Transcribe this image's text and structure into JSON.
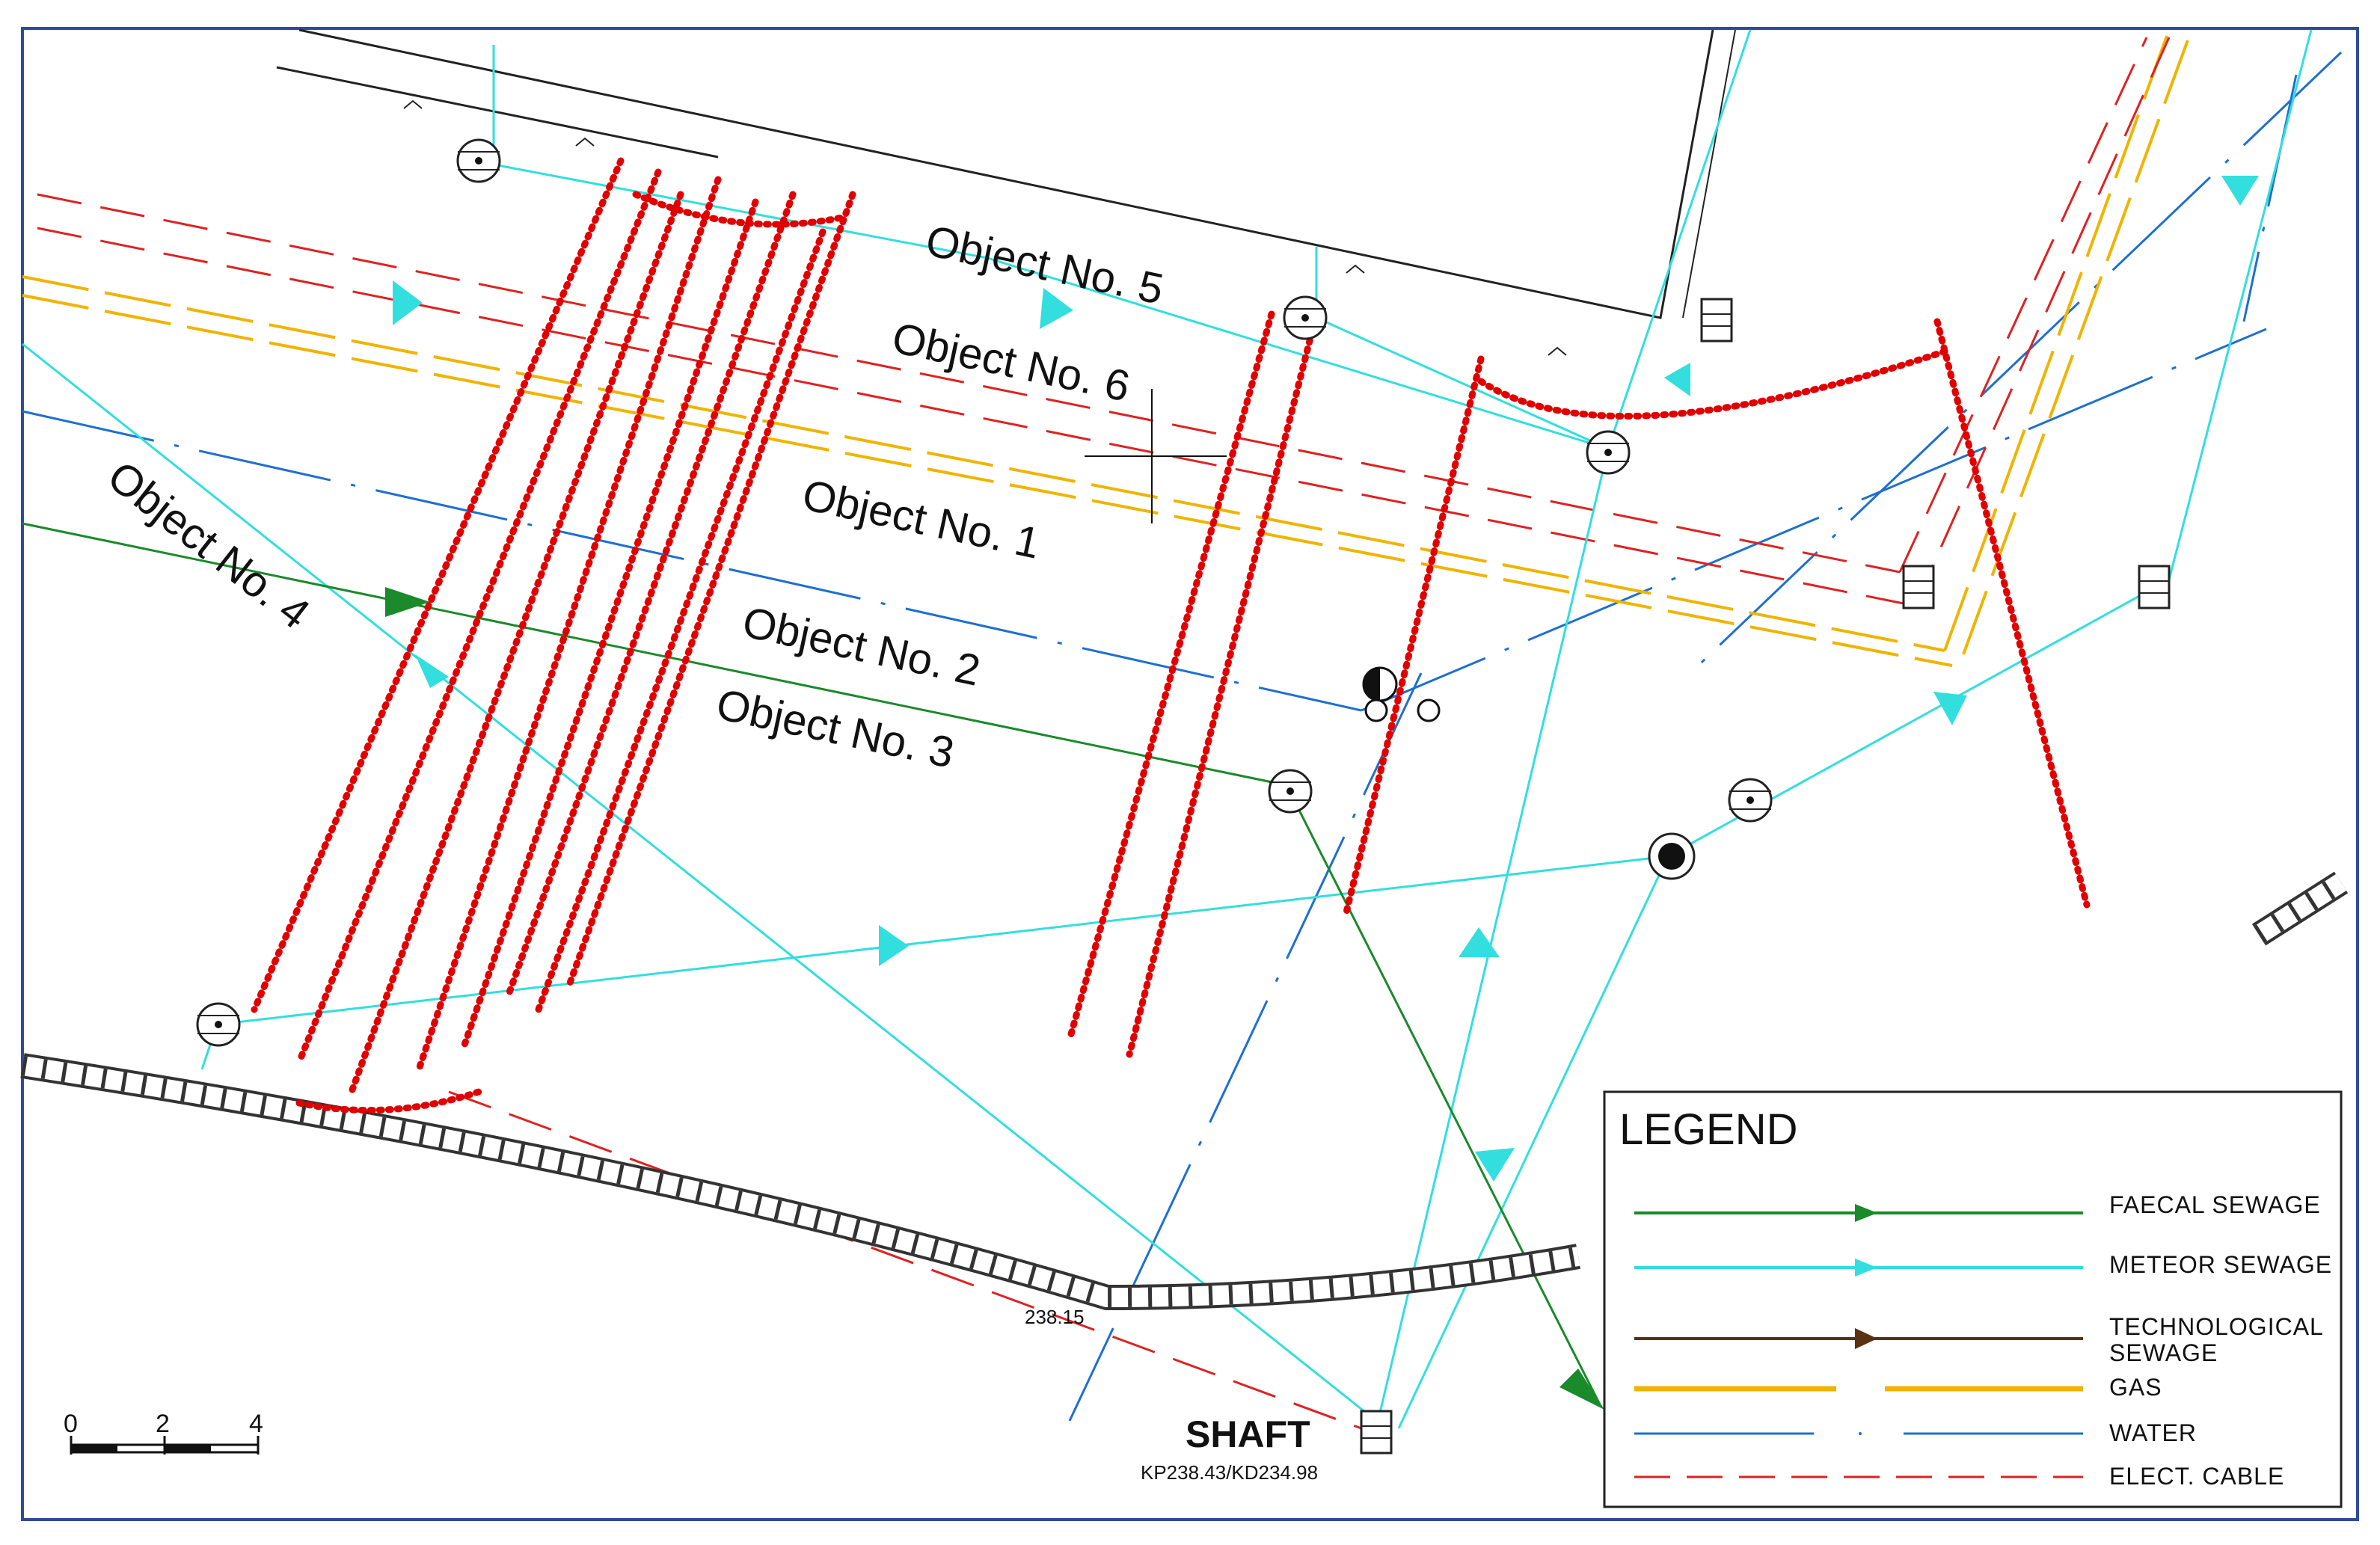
{
  "colors": {
    "frame": "#2f4b9e",
    "faecal": "#1a8a2a",
    "meteor": "#33dede",
    "technological": "#5a3210",
    "gas": "#f0b400",
    "water": "#1e6fd0",
    "elect_cable": "#dd2222",
    "anomaly": "#e00000"
  },
  "objects": [
    {
      "id": "object-5",
      "label": "Object No. 5"
    },
    {
      "id": "object-6",
      "label": "Object No. 6"
    },
    {
      "id": "object-1",
      "label": "Object No. 1"
    },
    {
      "id": "object-2",
      "label": "Object No. 2"
    },
    {
      "id": "object-3",
      "label": "Object No. 3"
    },
    {
      "id": "object-4",
      "label": "Object No. 4"
    }
  ],
  "shaft": {
    "title": "SHAFT",
    "chainage": "KP238.43/KD234.98"
  },
  "elevation_label": "238.15",
  "scale_bar": {
    "ticks": [
      "0",
      "2",
      "4"
    ]
  },
  "legend": {
    "title": "LEGEND",
    "items": [
      {
        "key": "faecal",
        "label": "FAECAL SEWAGE"
      },
      {
        "key": "meteor",
        "label": "METEOR SEWAGE"
      },
      {
        "key": "technological",
        "label_line1": "TECHNOLOGICAL",
        "label_line2": "SEWAGE"
      },
      {
        "key": "gas",
        "label": "GAS"
      },
      {
        "key": "water",
        "label": "WATER"
      },
      {
        "key": "elect_cable",
        "label": "ELECT. CABLE"
      }
    ]
  }
}
